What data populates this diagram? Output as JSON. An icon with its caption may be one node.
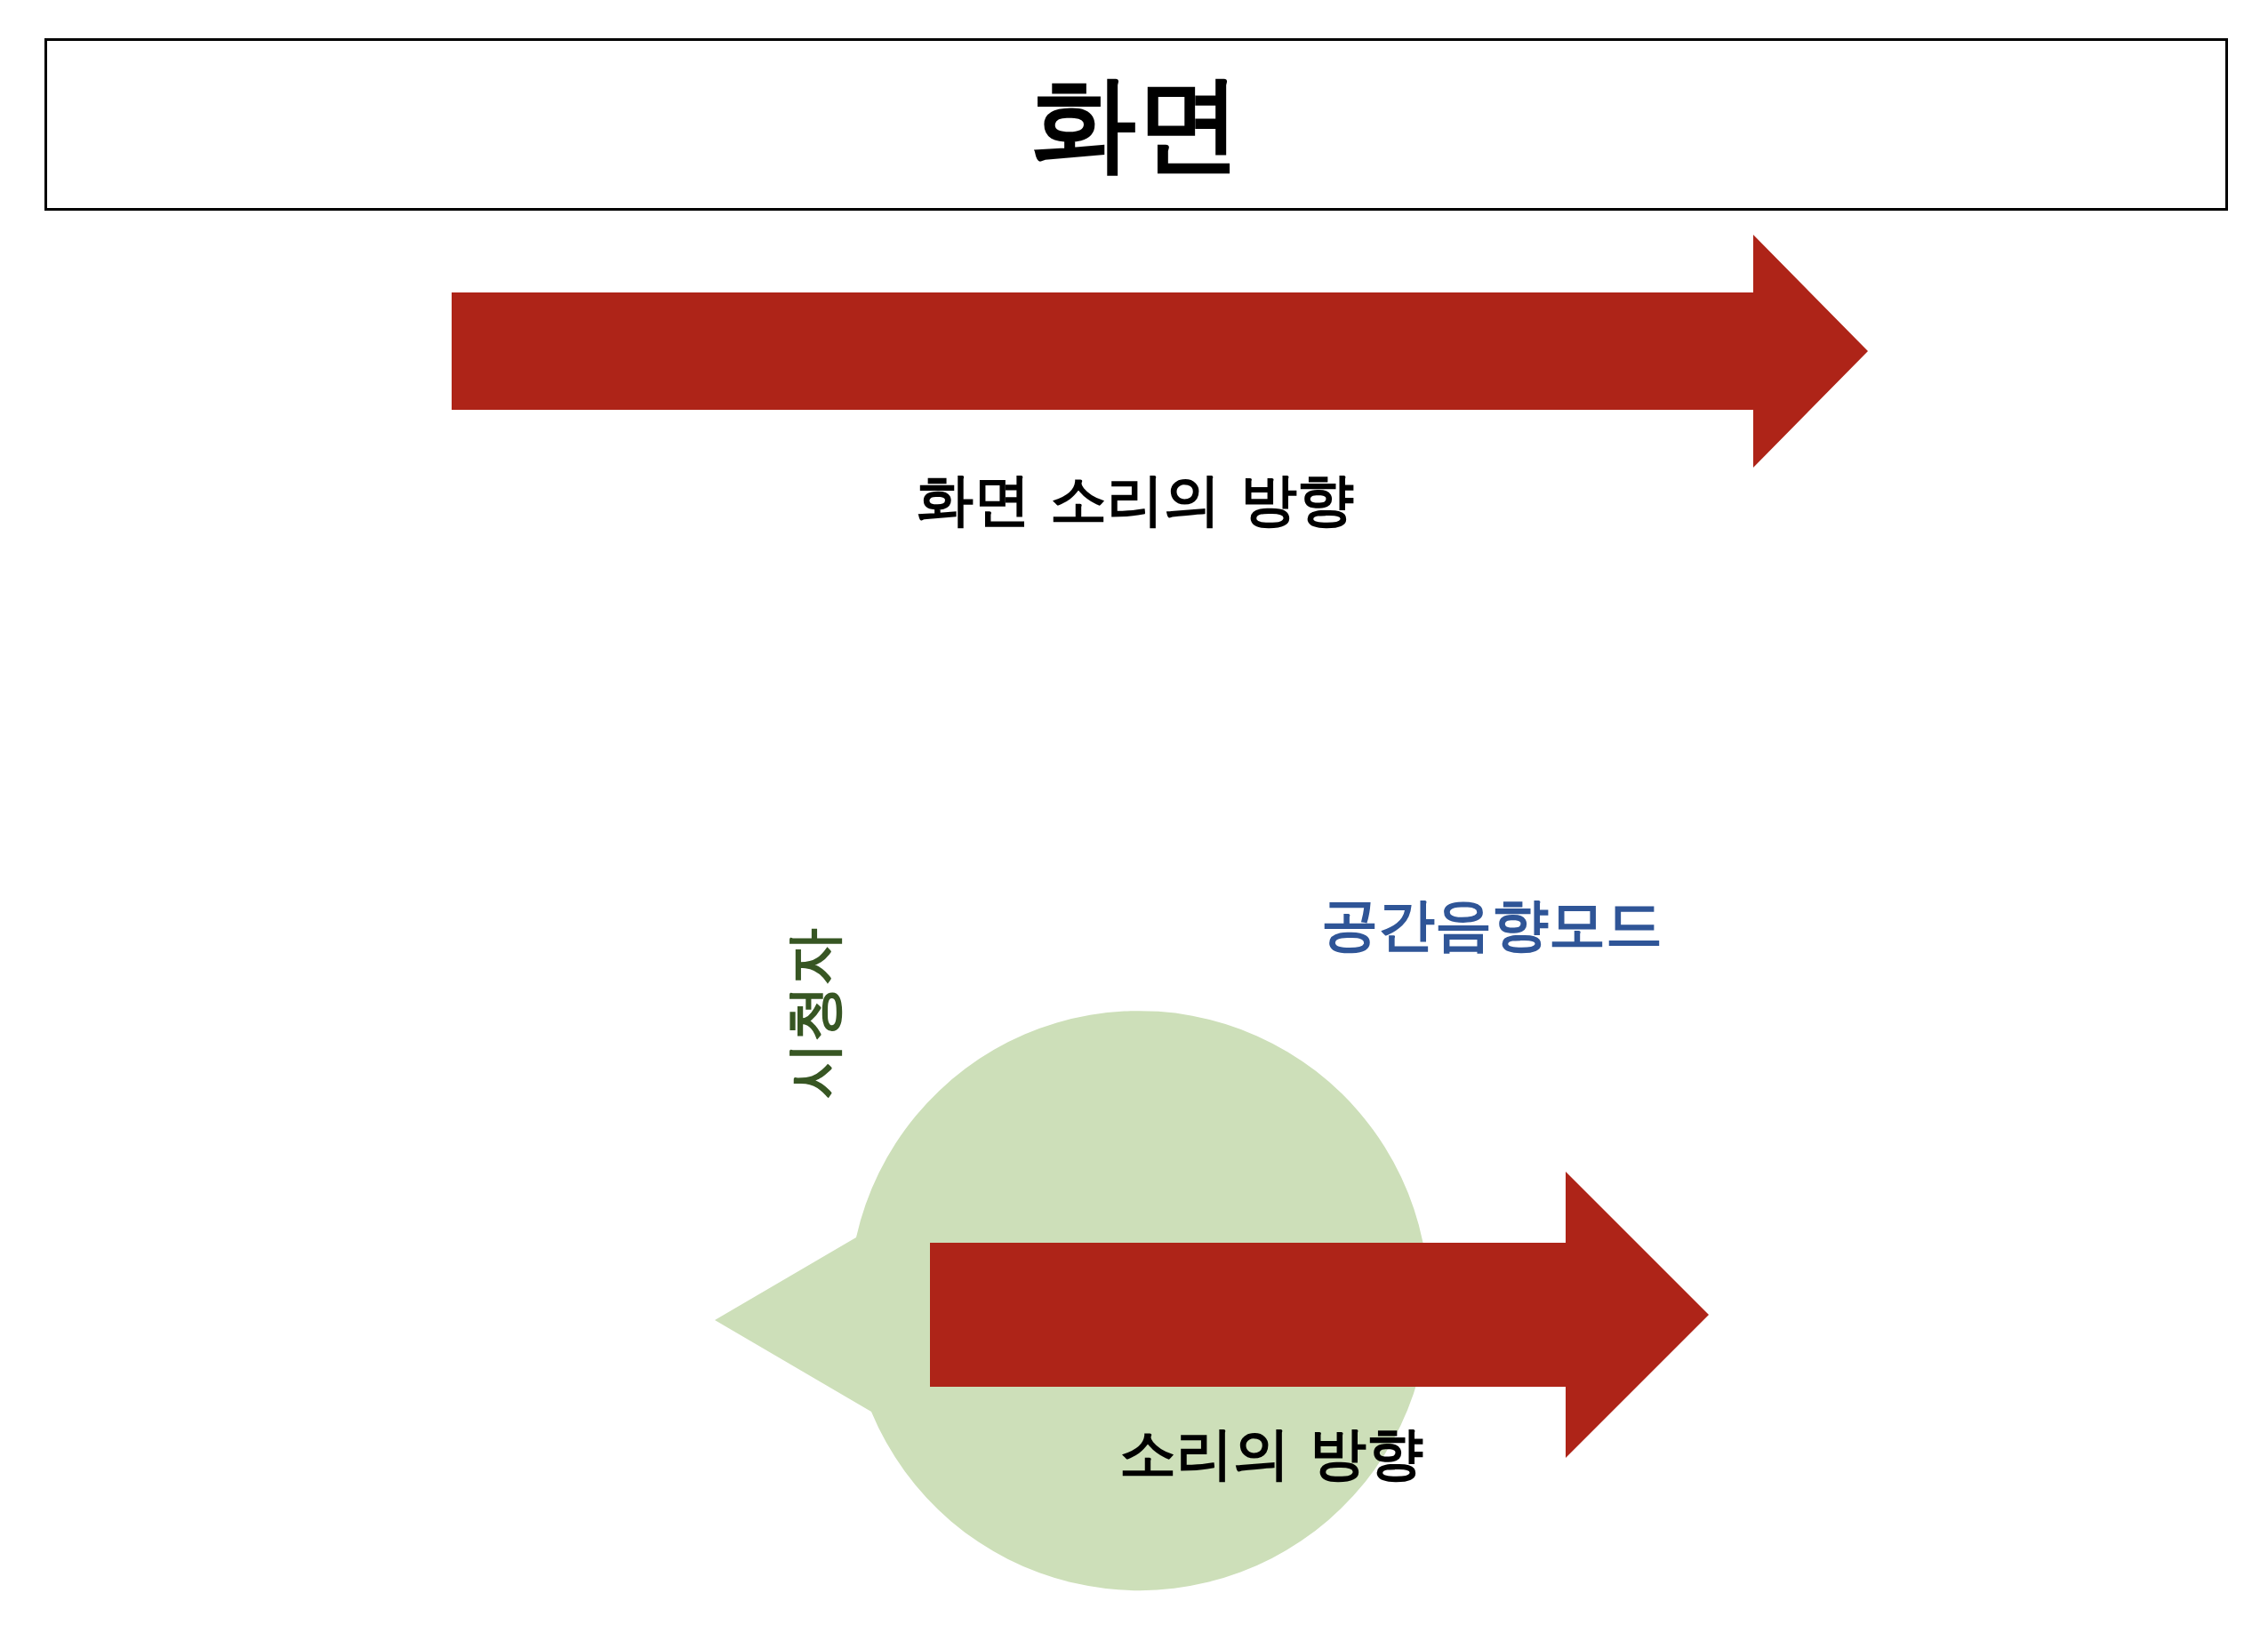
{
  "diagram": {
    "nodes": [
      {
        "text": [
          "화면"
        ]
      }
    ],
    "labels": [
      "화면 소리의 방향",
      "공간음향모드",
      "시청자",
      "소리의 방향"
    ]
  }
}
